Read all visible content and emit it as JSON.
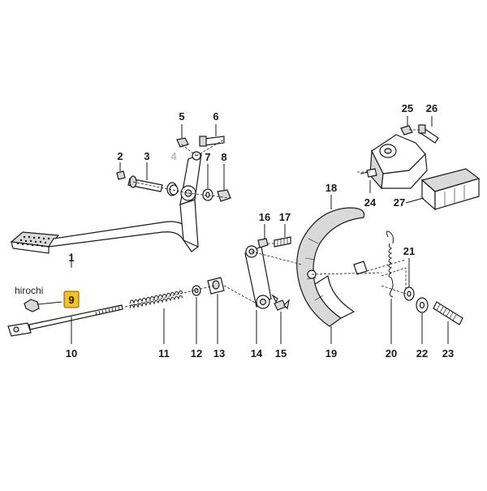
{
  "watermark": "hirochi",
  "highlighted_part": "9",
  "callouts": {
    "p1": "1",
    "p2": "2",
    "p3": "3",
    "p4": "4",
    "p5": "5",
    "p6": "6",
    "p7": "7",
    "p8": "8",
    "p9": "9",
    "p10": "10",
    "p11": "11",
    "p12": "12",
    "p13": "13",
    "p14": "14",
    "p15": "15",
    "p16": "16",
    "p17": "17",
    "p18": "18",
    "p19": "19",
    "p20": "20",
    "p21": "21",
    "p22": "22",
    "p23": "23",
    "p24": "24",
    "p25": "25",
    "p26": "26",
    "p27": "27"
  },
  "colors": {
    "highlight": "#f7c21a",
    "ink": "#1a1a1a",
    "faint": "#b9b9b9"
  }
}
